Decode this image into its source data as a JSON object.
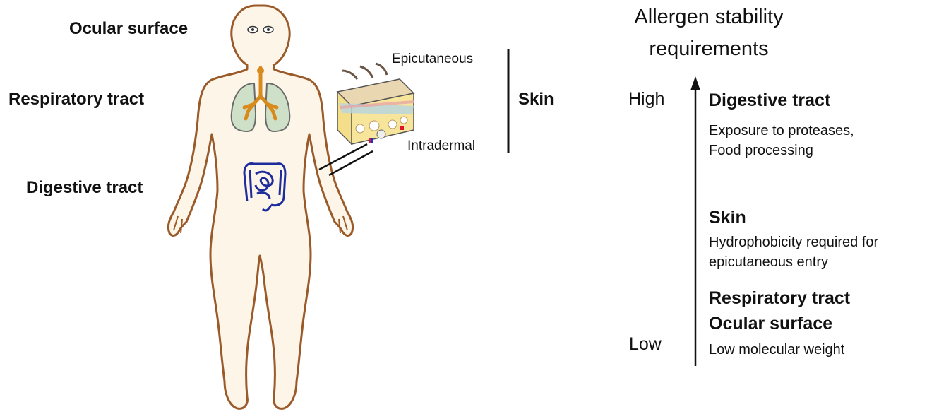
{
  "anatomy": {
    "ocular_surface": "Ocular surface",
    "respiratory_tract": "Respiratory tract",
    "digestive_tract": "Digestive tract",
    "skin": {
      "label": "Skin",
      "epicutaneous": "Epicutaneous",
      "intradermal": "Intradermal"
    }
  },
  "stability": {
    "title_line1": "Allergen stability",
    "title_line2": "requirements",
    "high": "High",
    "low": "Low",
    "routes": [
      {
        "name": "Digestive tract",
        "desc": [
          "Exposure to proteases,",
          "Food processing"
        ]
      },
      {
        "name": "Skin",
        "desc": [
          "Hydrophobicity required for",
          "epicutaneous entry"
        ]
      },
      {
        "name": "Respiratory tract",
        "desc": []
      },
      {
        "name": "Ocular surface",
        "desc": [
          "Low molecular weight"
        ]
      }
    ]
  },
  "colors": {
    "body_fill": "#fdf6e8",
    "body_outline": "#9a5a2a",
    "lung_fill": "#cfe0c8",
    "trachea": "#d98a1c",
    "intestine": "#1f2d9c"
  }
}
